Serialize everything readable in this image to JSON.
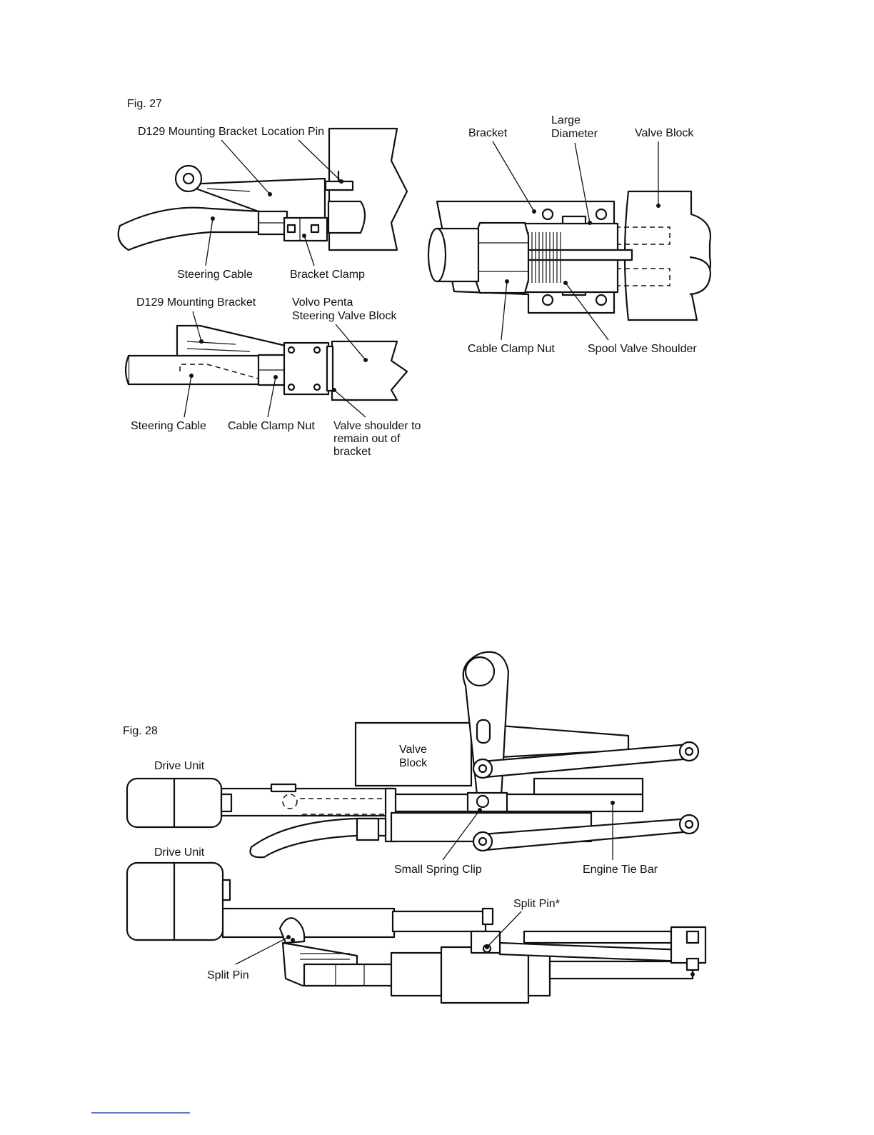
{
  "fig27": {
    "caption": "Fig. 27",
    "top_left": {
      "mounting_bracket": "D129 Mounting Bracket",
      "location_pin": "Location Pin",
      "steering_cable": "Steering Cable",
      "bracket_clamp": "Bracket Clamp"
    },
    "bottom_left": {
      "mounting_bracket": "D129 Mounting Bracket",
      "valve_block_line1": "Volvo Penta",
      "valve_block_line2": "Steering Valve Block",
      "steering_cable": "Steering Cable",
      "cable_clamp_nut": "Cable Clamp Nut",
      "valve_shoulder_line1": "Valve shoulder to",
      "valve_shoulder_line2": "remain out of",
      "valve_shoulder_line3": "bracket"
    },
    "right": {
      "bracket": "Bracket",
      "large_diameter_line1": "Large",
      "large_diameter_line2": "Diameter",
      "valve_block": "Valve Block",
      "cable_clamp_nut": "Cable Clamp Nut",
      "spool_valve_shoulder": "Spool Valve Shoulder"
    }
  },
  "fig28": {
    "caption": "Fig. 28",
    "top": {
      "drive_unit": "Drive Unit",
      "valve_block_line1": "Valve",
      "valve_block_line2": "Block",
      "small_spring_clip": "Small Spring Clip",
      "engine_tie_bar": "Engine Tie Bar"
    },
    "bottom": {
      "drive_unit": "Drive Unit",
      "split_pin_star": "Split Pin*",
      "split_pin": "Split Pin"
    }
  }
}
